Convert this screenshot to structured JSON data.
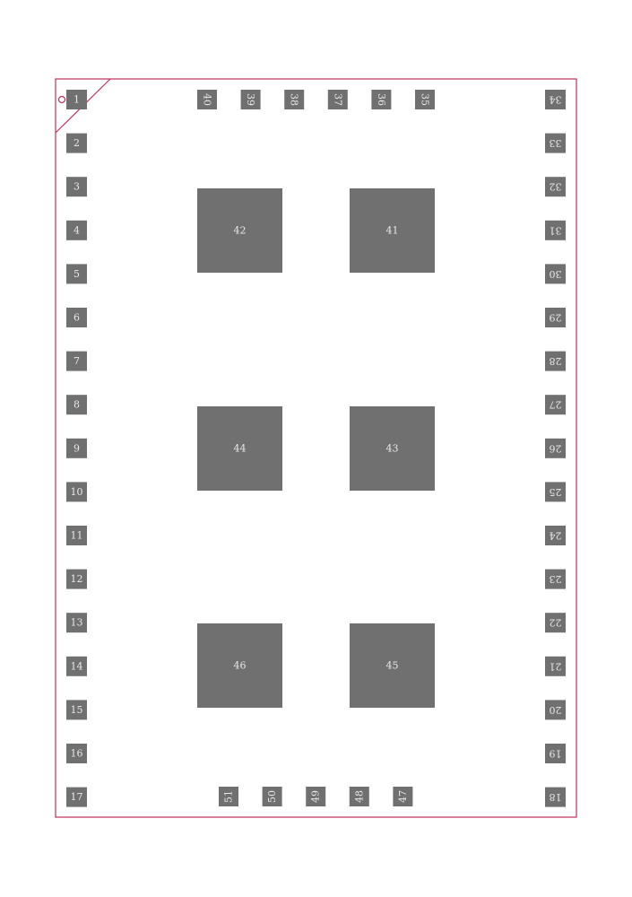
{
  "colors": {
    "background": "#ffffff",
    "outline": "#c0305a",
    "pad": "#707070",
    "pad_label": "#e8e8e8"
  },
  "left_pads": [
    "1",
    "2",
    "3",
    "4",
    "5",
    "6",
    "7",
    "8",
    "9",
    "10",
    "11",
    "12",
    "13",
    "14",
    "15",
    "16",
    "17"
  ],
  "right_pads": [
    "34",
    "33",
    "32",
    "31",
    "30",
    "29",
    "28",
    "27",
    "26",
    "25",
    "24",
    "23",
    "22",
    "21",
    "20",
    "19",
    "18"
  ],
  "top_pads": [
    "40",
    "39",
    "38",
    "37",
    "36",
    "35"
  ],
  "bottom_pads": [
    "51",
    "50",
    "49",
    "48",
    "47"
  ],
  "exposed_pads": [
    "42",
    "41",
    "44",
    "43",
    "46",
    "45"
  ],
  "pin1_marker": "circle"
}
